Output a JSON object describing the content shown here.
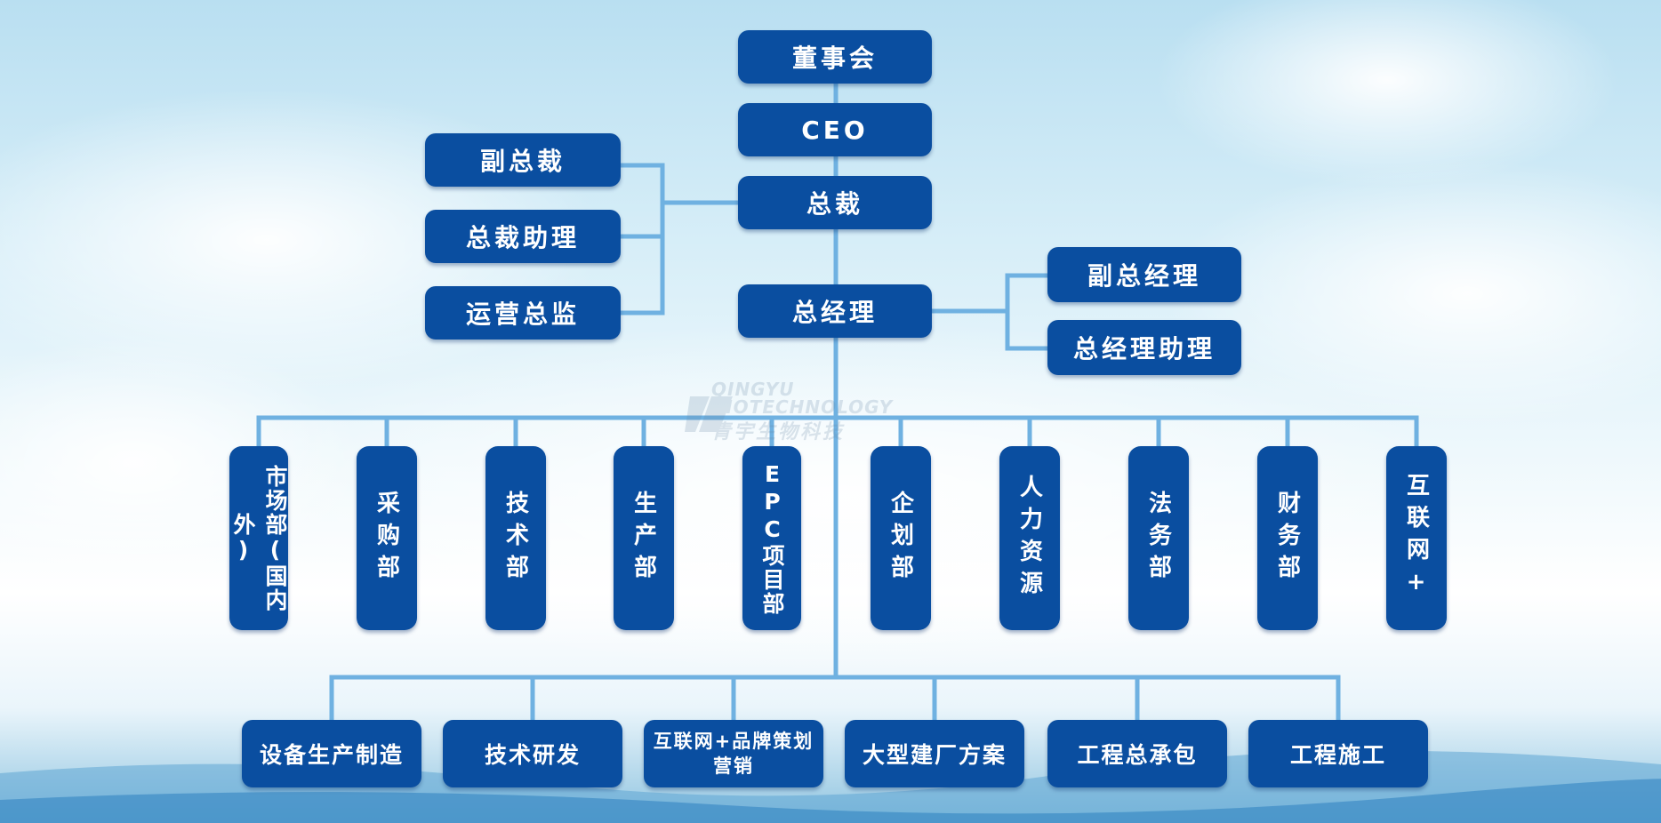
{
  "org": {
    "top": [
      "董事会",
      "CEO",
      "总裁"
    ],
    "president_assistants": [
      "副总裁",
      "总裁助理",
      "运营总监"
    ],
    "general_manager": "总经理",
    "gm_assistants": [
      "副总经理",
      "总经理助理"
    ],
    "departments": [
      "市场部(国内外)",
      "采购部",
      "技术部",
      "生产部",
      "EPC项目部",
      "企划部",
      "人力资源",
      "法务部",
      "财务部",
      "互联网+"
    ],
    "businesses": [
      "设备生产制造",
      "技术研发",
      "互联网+品牌策划营销",
      "大型建厂方案",
      "工程总承包",
      "工程施工"
    ]
  },
  "watermark": {
    "en_line1": "QINGYU",
    "en_line2": "BIOTECHNOLOGY",
    "cn": "青宇生物科技"
  },
  "colors": {
    "box": "#0a4ea0",
    "connector": "#6fb1e1",
    "text": "#ffffff"
  }
}
